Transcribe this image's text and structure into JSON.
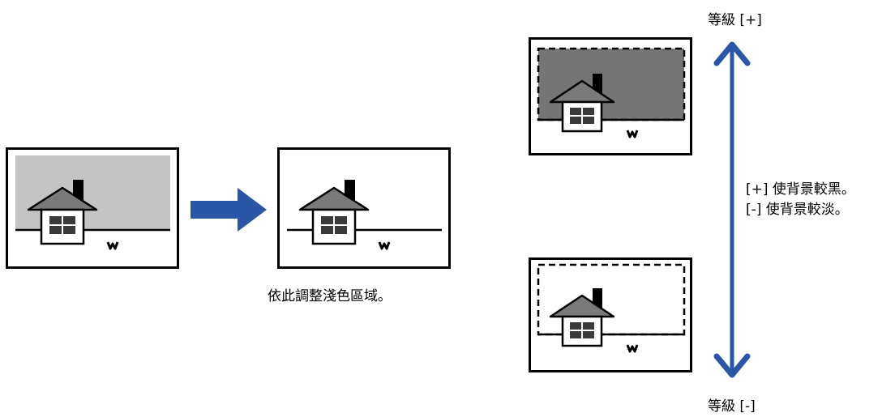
{
  "caption_adjust": "依此調整淺色區域。",
  "level_plus": "等級 [+]",
  "level_minus": "等級 [-]",
  "note_line1": "[+] 使背景較黑。",
  "note_line2": "[-] 使背景較淡。",
  "colors": {
    "arrow_blue": "#2a56a8",
    "bg_gray_light": "#c4c4c4",
    "bg_gray_dark": "#757575",
    "house_roof": "#7a7a7a",
    "house_dark": "#3a3a3a"
  }
}
